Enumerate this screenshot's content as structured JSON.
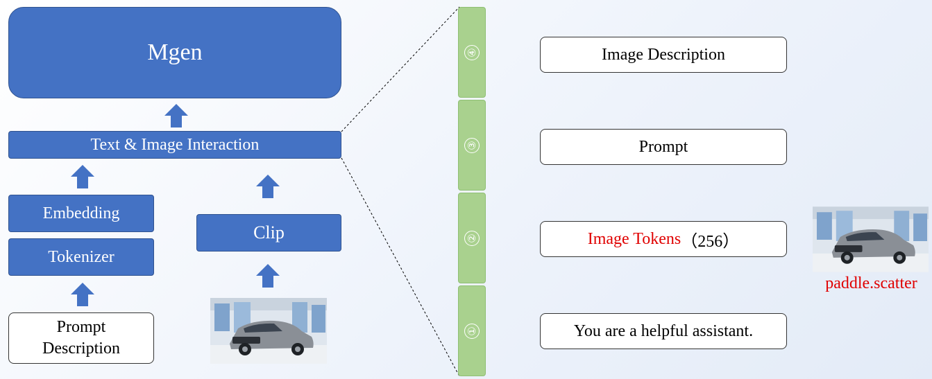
{
  "left": {
    "mgen": "Mgen",
    "interaction": "Text & Image Interaction",
    "embedding": "Embedding",
    "tokenizer": "Tokenizer",
    "clip": "Clip",
    "prompt_description": "Prompt Description"
  },
  "strip": {
    "segments": [
      "④",
      "③",
      "②",
      "①"
    ]
  },
  "right": {
    "image_description": "Image Description",
    "prompt": "Prompt",
    "image_tokens_label": "Image Tokens",
    "image_tokens_count": "（256）",
    "system_prompt": "You are a helpful assistant.",
    "paddle_label": "paddle.scatter"
  },
  "colors": {
    "block_blue": "#4472c4",
    "strip_green": "#a9d18e",
    "highlight_red": "#e00000"
  }
}
